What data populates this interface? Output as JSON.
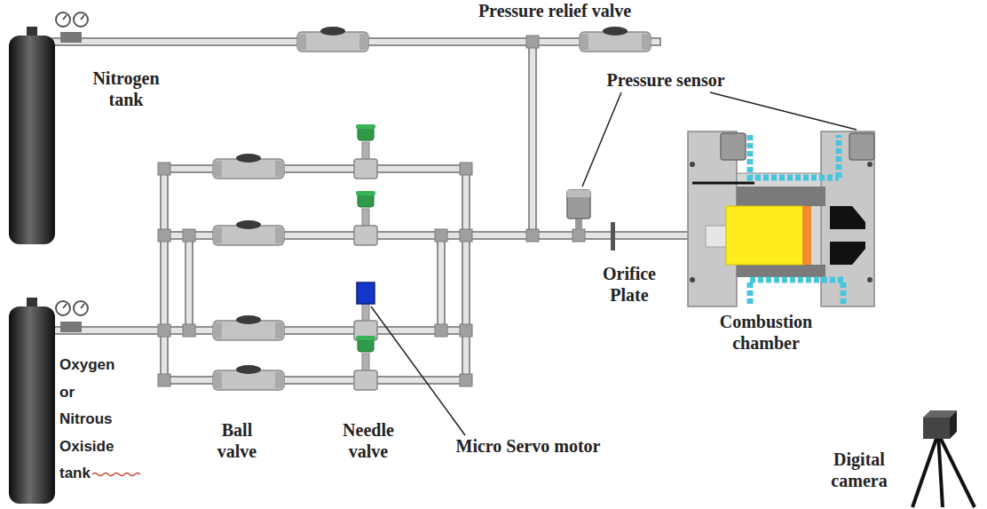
{
  "diagram": {
    "labels": [
      "Pressure relief valve",
      "Nitrogen tank",
      "Pressure sensor",
      "Orifice Plate",
      "Combustion chamber",
      "Oxygen or Nitrous Oxiside tank",
      "Ball valve",
      "Needle valve",
      "Micro Servo motor",
      "Digital camera"
    ]
  }
}
